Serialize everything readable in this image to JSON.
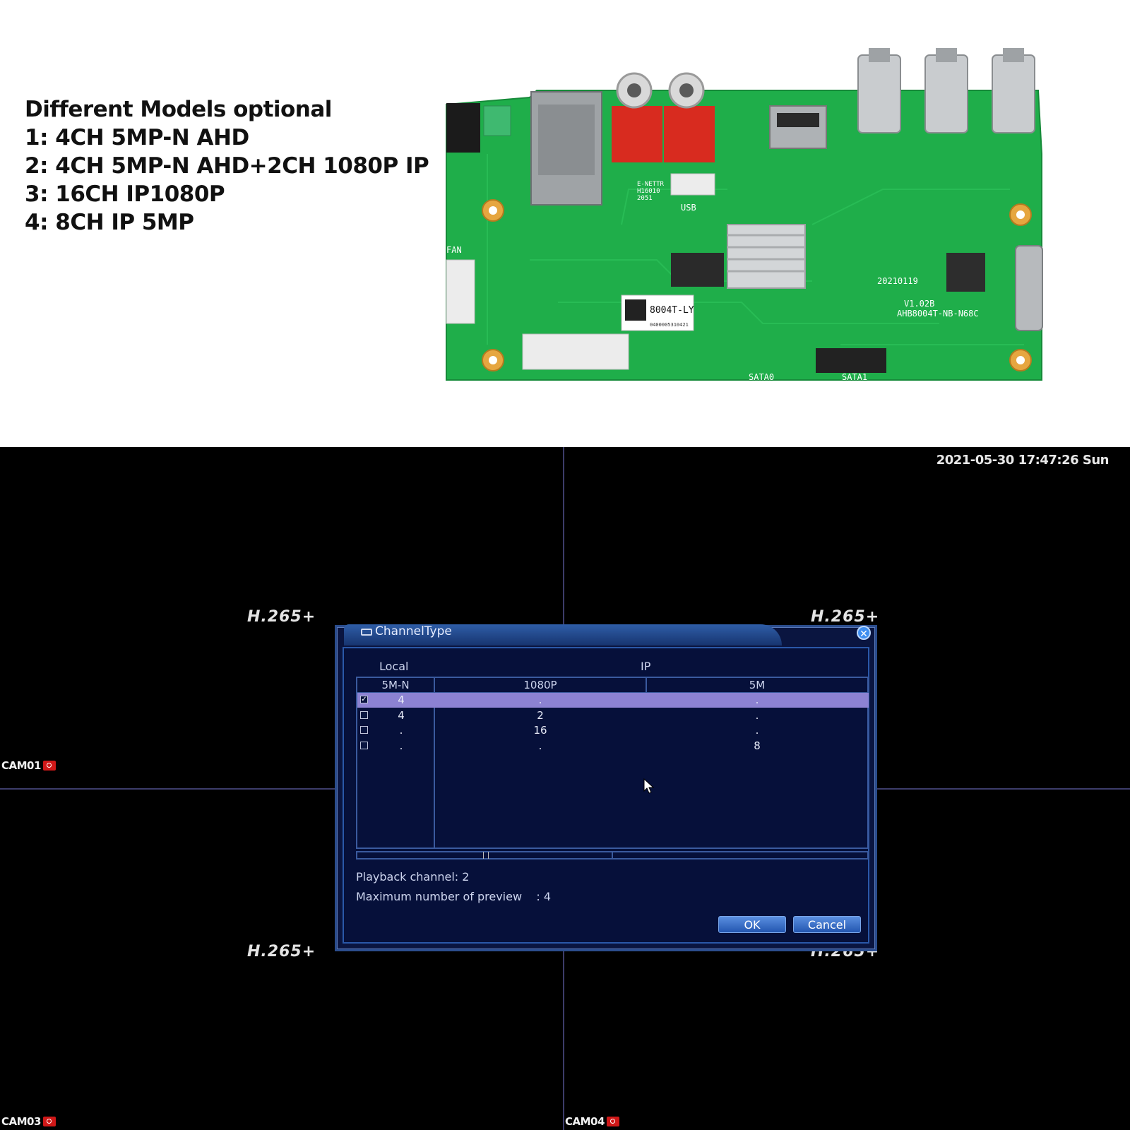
{
  "product": {
    "models": [
      "Different Models optional",
      "1: 4CH 5MP-N AHD",
      "2: 4CH 5MP-N AHD+2CH 1080P IP",
      "3: 16CH IP1080P",
      "4: 8CH IP 5MP"
    ],
    "board": {
      "label_model": "8004T-LY",
      "label_serial": "0400005310421",
      "silk_part": "AHB8004T-NB-N68C",
      "silk_version": "V1.02B",
      "silk_date": "20210119",
      "silk_usb": "USB",
      "silk_fan": "FAN",
      "silk_sata0": "SATA0",
      "silk_sata1": "SATA1",
      "silk_eth": "E-NETTR",
      "silk_eth2": "H16010",
      "silk_eth3": "2051",
      "pcb_color": "#1fae4a",
      "rca_color": "#d82b1f"
    }
  },
  "dvr": {
    "datetime": "2021-05-30 17:47:26 Sun",
    "codec_label": "H.265+",
    "cameras": [
      "CAM01",
      "CAM03",
      "CAM04"
    ],
    "dialog": {
      "title": "ChannelType",
      "close_icon": "close-icon",
      "group_local": "Local",
      "group_ip": "IP",
      "columns": [
        "5M-N",
        "1080P",
        "5M"
      ],
      "rows": [
        {
          "checked": true,
          "selected": true,
          "cells": [
            "4",
            ".",
            "."
          ]
        },
        {
          "checked": false,
          "selected": false,
          "cells": [
            "4",
            "2",
            "."
          ]
        },
        {
          "checked": false,
          "selected": false,
          "cells": [
            ".",
            "16",
            "."
          ]
        },
        {
          "checked": false,
          "selected": false,
          "cells": [
            ".",
            ".",
            "8"
          ]
        }
      ],
      "playback_label": "Playback channel: 2",
      "preview_label": "Maximum number of preview    : 4",
      "ok_label": "OK",
      "cancel_label": "Cancel"
    }
  }
}
